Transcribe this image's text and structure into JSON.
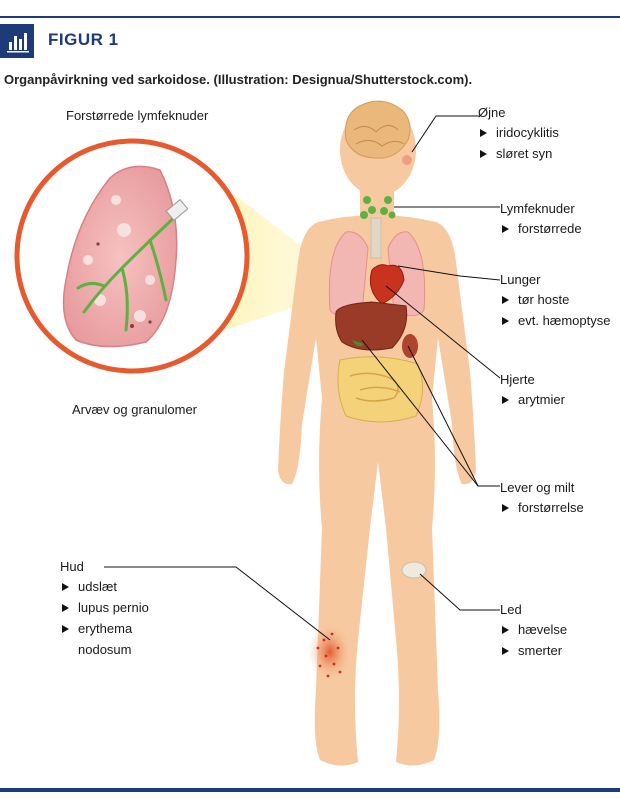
{
  "figure": {
    "label": "FIGUR 1"
  },
  "caption": "Organpåvirkning ved sarkoidose. (Illustration: Designua/Shutterstock.com).",
  "lung_detail": {
    "top_label": "Forstørrede lymfeknuder",
    "bottom_label": "Arvæv og granulomer"
  },
  "organs": {
    "eyes": {
      "title": "Øjne",
      "items": [
        "iridocyklitis",
        "sløret syn"
      ]
    },
    "lymph": {
      "title": "Lymfeknuder",
      "items": [
        "forstørrede"
      ]
    },
    "lungs": {
      "title": "Lunger",
      "items": [
        "tør hoste",
        "evt. hæmoptyse"
      ]
    },
    "heart": {
      "title": "Hjerte",
      "items": [
        "arytmier"
      ]
    },
    "liver": {
      "title": "Lever og milt",
      "items": [
        "forstørrelse"
      ]
    },
    "skin": {
      "title": "Hud",
      "items": [
        "udslæt",
        "lupus pernio",
        "erythema",
        "nodosum"
      ]
    },
    "joints": {
      "title": "Led",
      "items": [
        "hævelse",
        "smerter"
      ]
    }
  },
  "colors": {
    "brand": "#1d3a7a",
    "body": "#f7c9a0",
    "circle": "#e65a2e"
  }
}
